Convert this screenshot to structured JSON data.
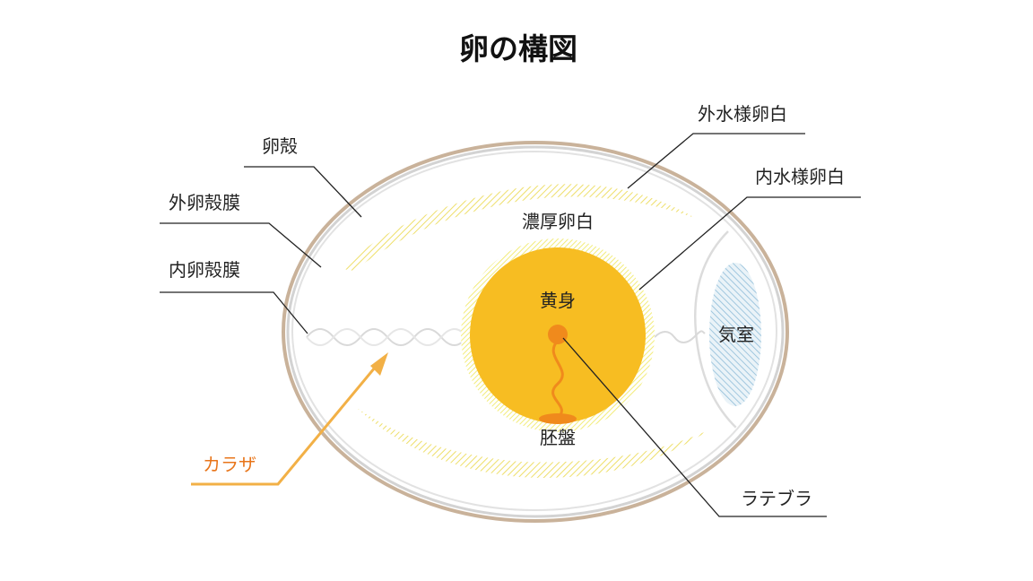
{
  "title": "卵の構図",
  "labels": {
    "shell": "卵殻",
    "outer_shell_membrane": "外卵殻膜",
    "inner_shell_membrane": "内卵殻膜",
    "outer_thin_albumen": "外水様卵白",
    "inner_thin_albumen": "内水様卵白",
    "thick_albumen": "濃厚卵白",
    "yolk": "黄身",
    "air_cell": "気室",
    "germinal_disc": "胚盤",
    "latebra": "ラテブラ",
    "chalaza": "カラザ"
  },
  "colors": {
    "shell": "#c9b29a",
    "membrane": "#cfcfcf",
    "yolk": "#f7bd22",
    "yolk_halo": "#f2ec7a",
    "albumen_hatch": "#eedf6a",
    "germinal_disc": "#f08a1c",
    "air_cell": "#8ebcd8",
    "chalaza_label": "#e8751a",
    "chalaza_arrow": "#f2b046",
    "text": "#222222"
  }
}
